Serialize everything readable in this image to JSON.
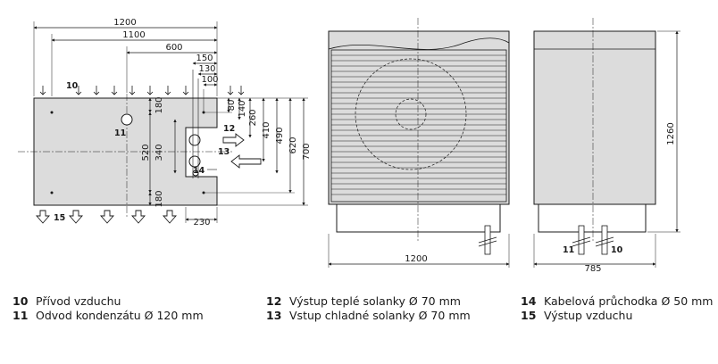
{
  "dimensions": {
    "top_1200": "1200",
    "top_1100": "1100",
    "top_600": "600",
    "top_150": "150",
    "top_130": "130",
    "top_100": "100",
    "v_80": "80",
    "v_140": "140",
    "v_260": "260",
    "v_410": "410",
    "v_490": "490",
    "v_620": "620",
    "v_700": "700",
    "inner_180_top": "180",
    "inner_520": "520",
    "inner_340": "340",
    "inner_180_bottom": "180",
    "bottom_230": "230",
    "front_width": "1200",
    "side_depth": "785",
    "side_height": "1260"
  },
  "callouts": {
    "c10": "10",
    "c11": "11",
    "c12": "12",
    "c13": "13",
    "c14": "14",
    "c15": "15",
    "side_11": "11",
    "side_10": "10"
  },
  "legend": [
    {
      "num": "10",
      "text": "Přívod vzduchu"
    },
    {
      "num": "11",
      "text": "Odvod kondenzátu Ø 120 mm"
    },
    {
      "num": "12",
      "text": "Výstup teplé solanky Ø 70 mm"
    },
    {
      "num": "13",
      "text": "Vstup chladné solanky Ø 70 mm"
    },
    {
      "num": "14",
      "text": "Kabelová průchodka Ø 50 mm"
    },
    {
      "num": "15",
      "text": "Výstup vzduchu"
    }
  ],
  "colors": {
    "body_fill": "#dcdcdc",
    "line": "#1a1a1a"
  }
}
